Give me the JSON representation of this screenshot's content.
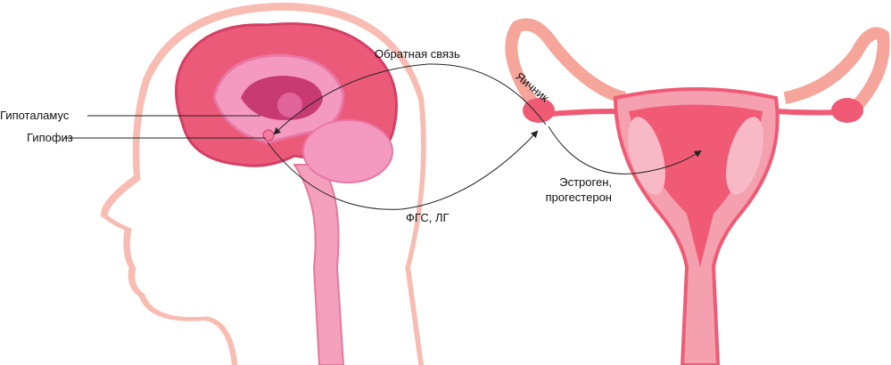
{
  "labels": {
    "hypothalamus": "Гипоталамус",
    "pituitary": "Гипофиз",
    "feedback": "Обратная связь",
    "ovary": "Яичник",
    "estrogen_line1": "Эстроген,",
    "estrogen_line2": "прогестерон",
    "fsh_lh": "ФГС, ЛГ"
  },
  "colors": {
    "head_glow": "#f9c9c0",
    "brain": "#ec5a7a",
    "uterus": "#f05a74",
    "tube": "#f5a59a",
    "arrow": "#222222"
  }
}
